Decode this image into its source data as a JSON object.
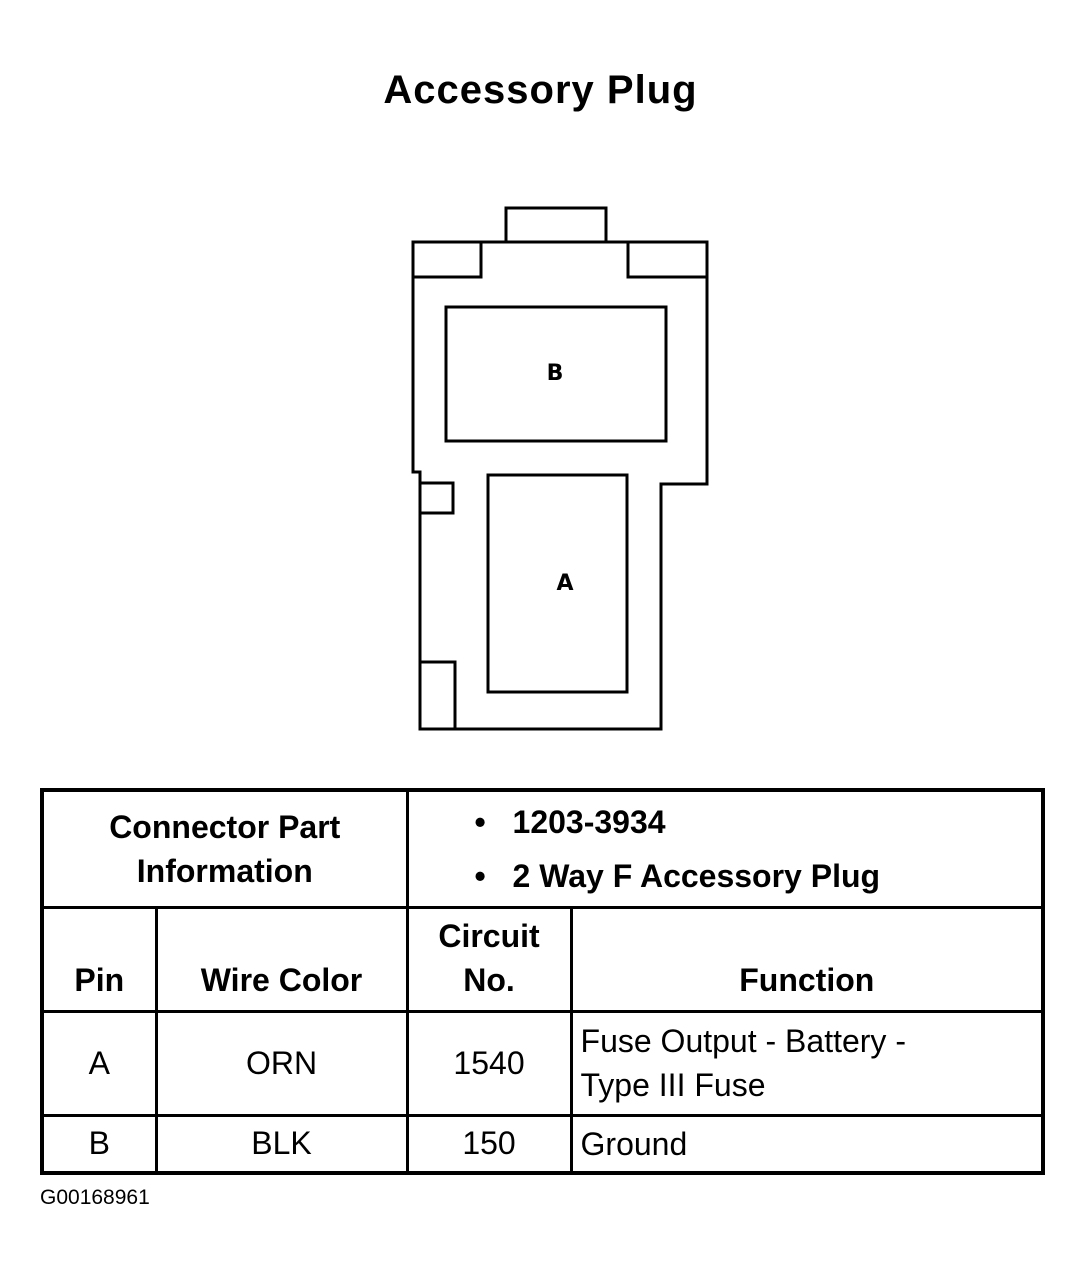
{
  "title": "Accessory Plug",
  "connector": {
    "pin_b_label": "B",
    "pin_a_label": "A"
  },
  "part_info": {
    "label": "Connector Part Information",
    "items": [
      "1203-3934",
      "2 Way F Accessory Plug"
    ]
  },
  "table": {
    "headers": {
      "pin": "Pin",
      "wire_color": "Wire Color",
      "circuit": "Circuit No.",
      "function": "Function"
    },
    "rows": [
      {
        "pin": "A",
        "wire_color": "ORN",
        "circuit": "1540",
        "function": "Fuse Output - Battery - Type III Fuse"
      },
      {
        "pin": "B",
        "wire_color": "BLK",
        "circuit": "150",
        "function": "Ground"
      }
    ]
  },
  "figure_id": "G00168961"
}
